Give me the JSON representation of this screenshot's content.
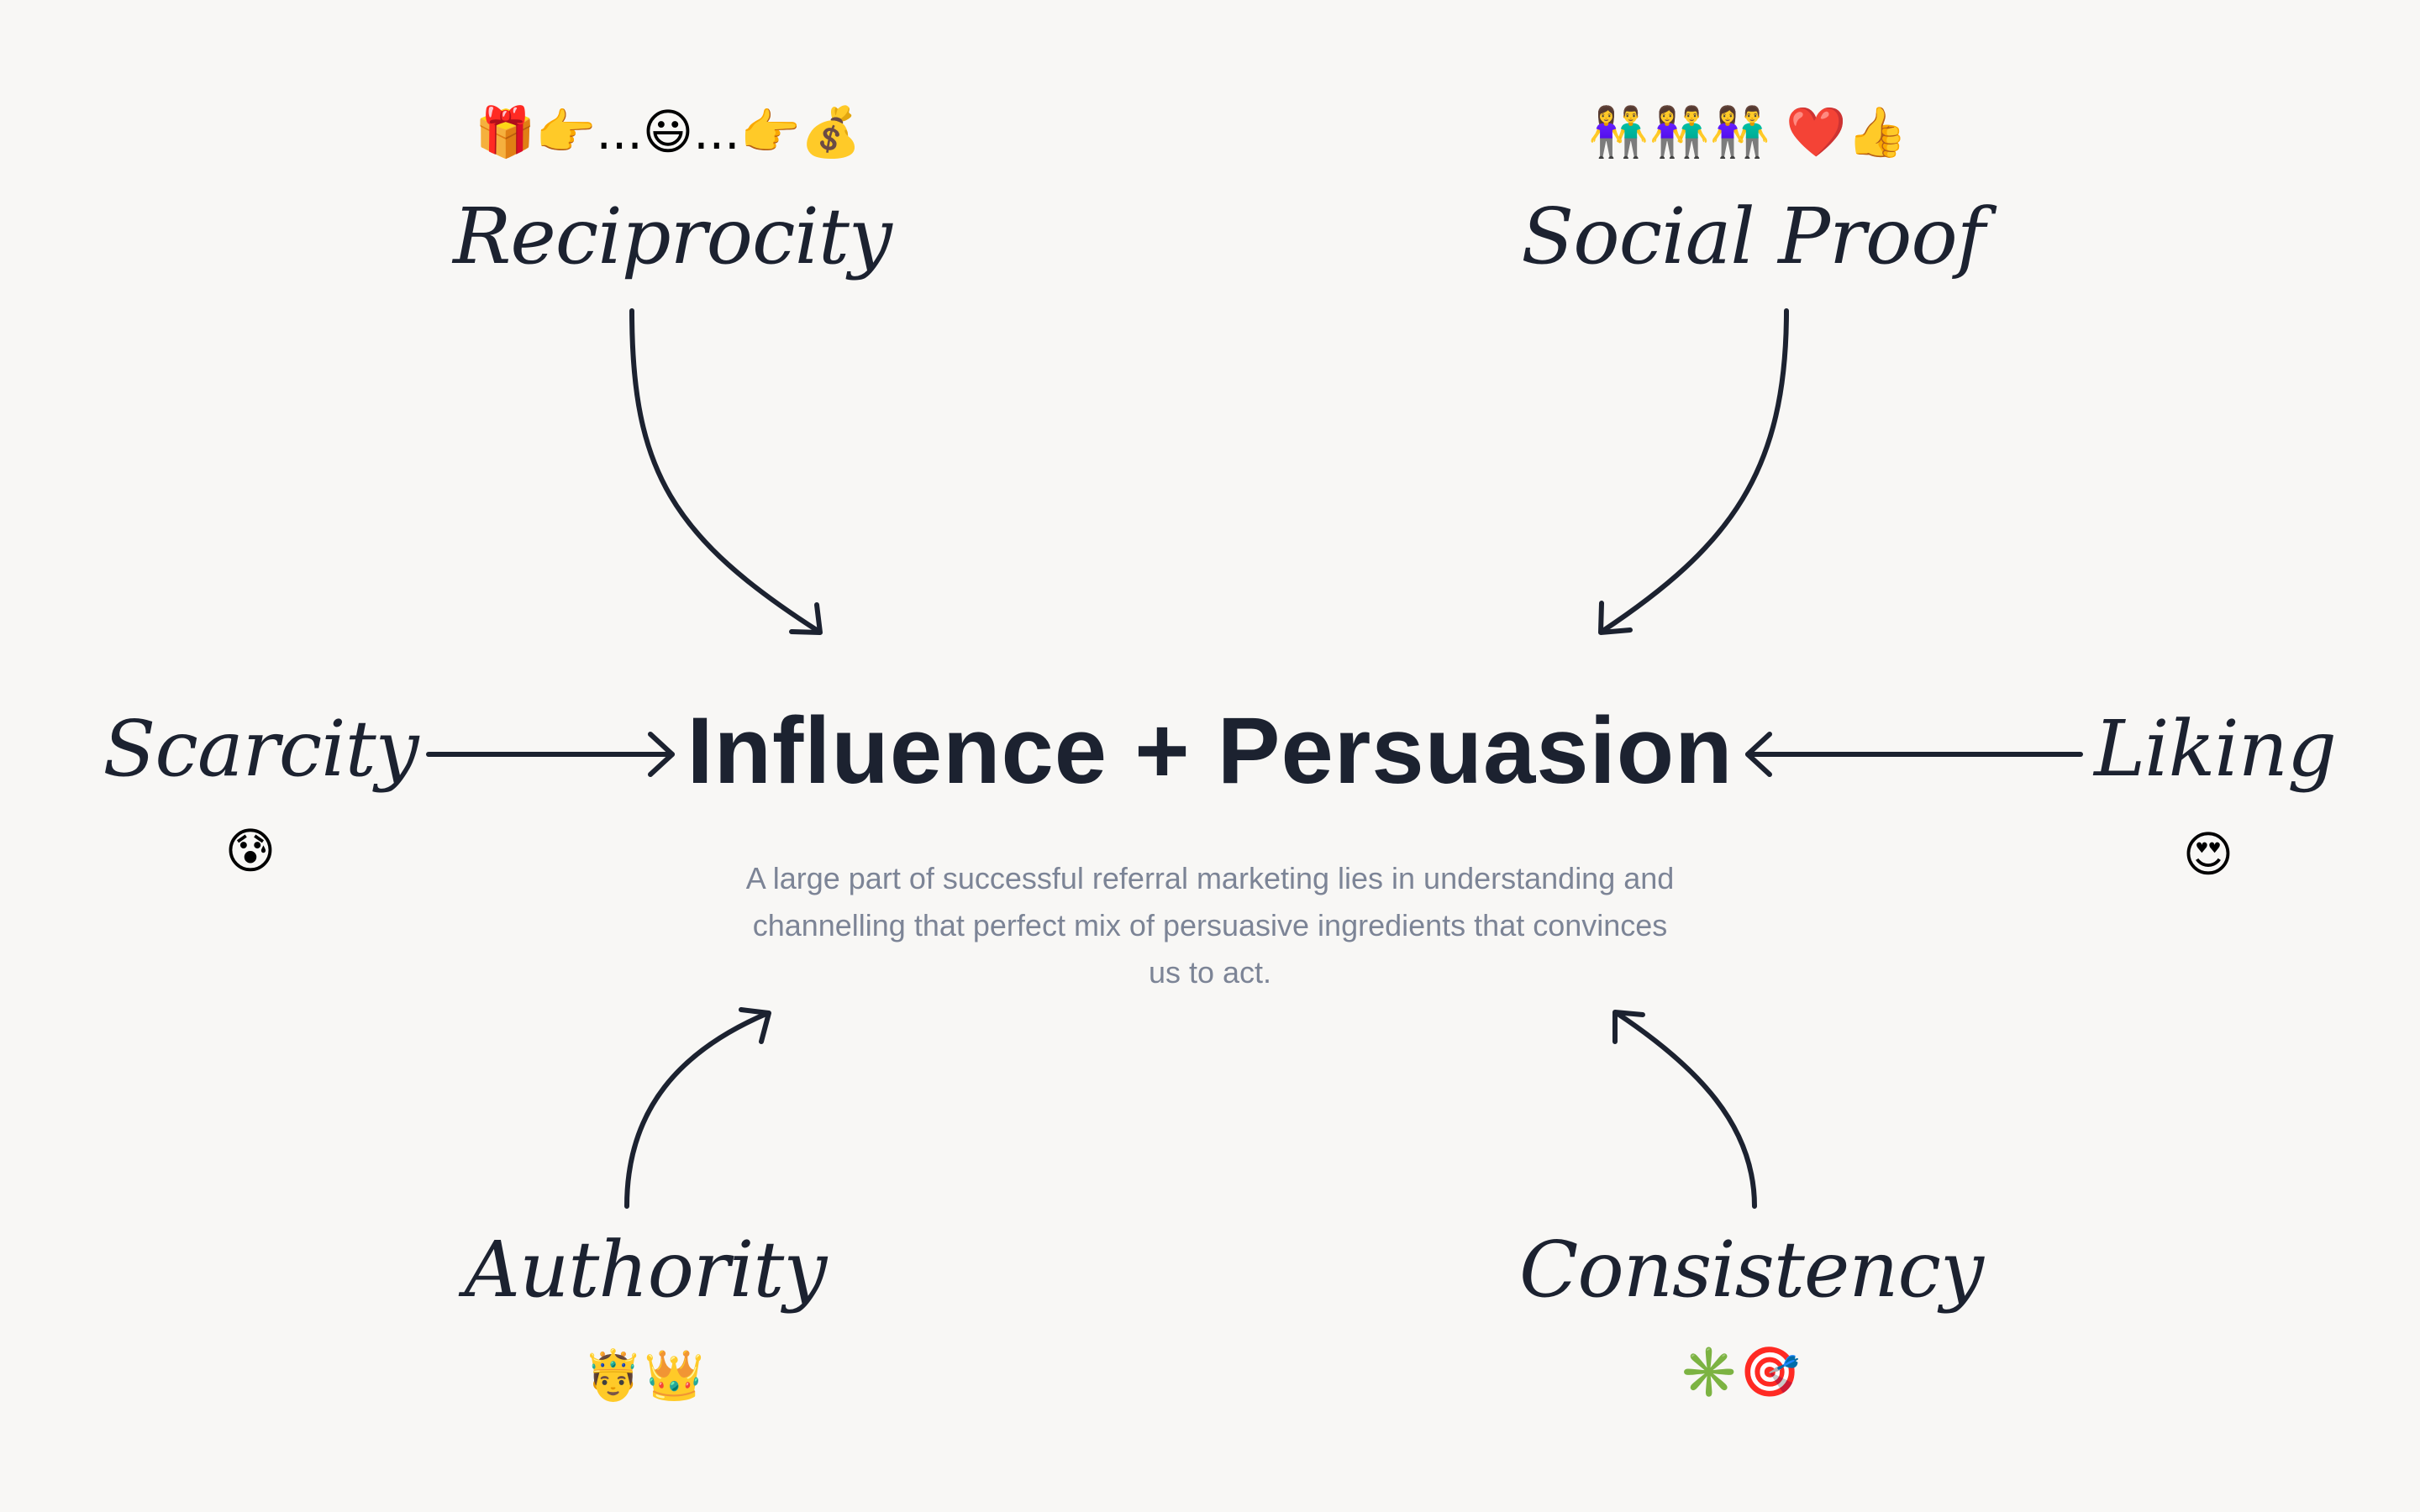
{
  "title": "Influence + Persuasion",
  "description": "A large part of successful referral marketing lies in understanding and channelling that perfect mix of persuasive ingredients that convinces us to act.",
  "principles": {
    "reciprocity": {
      "label": "Reciprocity",
      "emoji": "🎁👉...😃...👉💰"
    },
    "social_proof": {
      "label": "Social Proof",
      "emoji": "👫👫👫 ❤️👍"
    },
    "scarcity": {
      "label": "Scarcity",
      "emoji": "😰"
    },
    "liking": {
      "label": "Liking",
      "emoji": "😍"
    },
    "authority": {
      "label": "Authority",
      "emoji": "🤴👑"
    },
    "consistency": {
      "label": "Consistency",
      "emoji": "✳️🎯"
    }
  },
  "colors": {
    "background": "#F8F7F5",
    "ink": "#1C2230",
    "muted": "#7C8496"
  }
}
